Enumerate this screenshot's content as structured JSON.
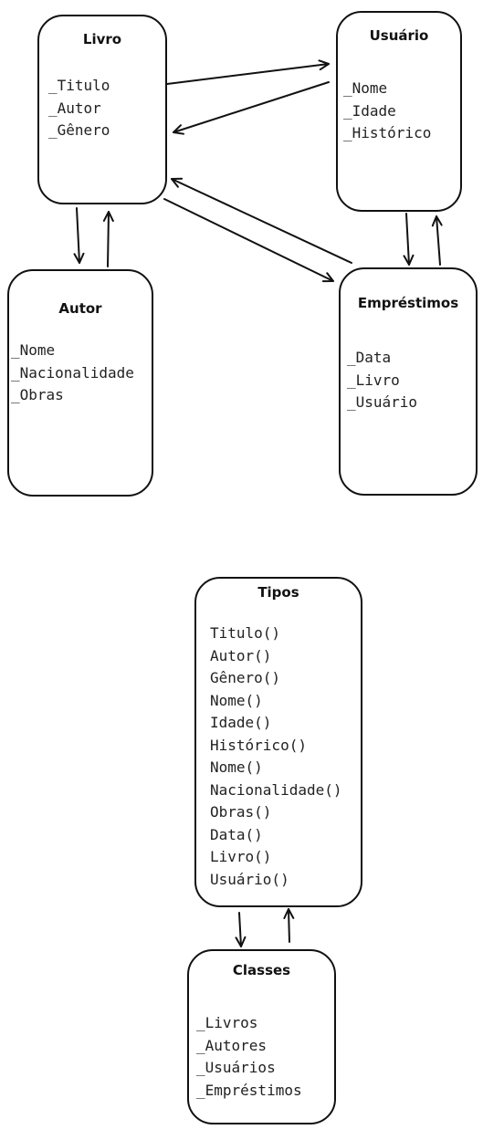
{
  "diagram": {
    "classes": {
      "livro": {
        "title": "Livro",
        "attributes": [
          "_Titulo",
          "_Autor",
          "_Gênero"
        ]
      },
      "usuario": {
        "title": "Usuário",
        "attributes": [
          "_Nome",
          "_Idade",
          "_Histórico"
        ]
      },
      "autor": {
        "title": "Autor",
        "attributes": [
          "_Nome",
          "_Nacionalidade",
          "_Obras"
        ]
      },
      "emprestimos": {
        "title": "Empréstimos",
        "attributes": [
          "_Data",
          "_Livro",
          "_Usuário"
        ]
      },
      "tipos": {
        "title": "Tipos",
        "attributes": [
          "Titulo()",
          "Autor()",
          "Gênero()",
          "Nome()",
          "Idade()",
          "Histórico()",
          "Nome()",
          "Nacionalidade()",
          "Obras()",
          "Data()",
          "Livro()",
          "Usuário()"
        ]
      },
      "classes": {
        "title": "Classes",
        "attributes": [
          "_Livros",
          "_Autores",
          "_Usuários",
          "_Empréstimos"
        ]
      }
    },
    "connections": [
      {
        "from": "Livro",
        "to": "Usuário"
      },
      {
        "from": "Usuário",
        "to": "Livro"
      },
      {
        "from": "Livro",
        "to": "Autor"
      },
      {
        "from": "Autor",
        "to": "Livro"
      },
      {
        "from": "Livro",
        "to": "Empréstimos"
      },
      {
        "from": "Empréstimos",
        "to": "Livro"
      },
      {
        "from": "Usuário",
        "to": "Empréstimos"
      },
      {
        "from": "Empréstimos",
        "to": "Usuário"
      },
      {
        "from": "Tipos",
        "to": "Classes"
      },
      {
        "from": "Classes",
        "to": "Tipos"
      }
    ]
  }
}
